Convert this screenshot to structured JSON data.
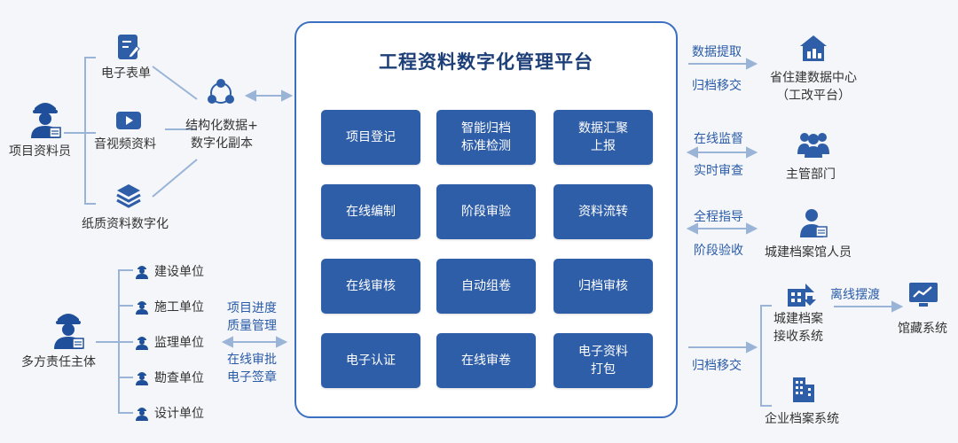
{
  "platform": {
    "title": "工程资料数字化管理平台",
    "modules": [
      [
        "项目登记",
        "智能归档\n标准检测",
        "数据汇聚\n上报"
      ],
      [
        "在线编制",
        "阶段审验",
        "资料流转"
      ],
      [
        "在线审核",
        "自动组卷",
        "归档审核"
      ],
      [
        "电子认证",
        "在线审卷",
        "电子资料\n打包"
      ]
    ]
  },
  "left_top": {
    "actor": "项目资料员",
    "sources": [
      "电子表单",
      "音视频资料",
      "纸质资料数字化"
    ],
    "structured": "结构化数据+\n数字化副本"
  },
  "left_bottom": {
    "actor": "多方责任主体",
    "units": [
      "建设单位",
      "施工单位",
      "监理单位",
      "勘查单位",
      "设计单位"
    ],
    "functions_top": "项目进度\n质量管理",
    "functions_bottom": "在线审批\n电子签章"
  },
  "right": {
    "flows": [
      {
        "top": "数据提取",
        "bottom": "归档移交",
        "target": "省住建数据中心\n（工改平台）"
      },
      {
        "top": "在线监督",
        "bottom": "实时审查",
        "target": "主管部门"
      },
      {
        "top": "全程指导",
        "bottom": "阶段验收",
        "target": "城建档案馆人员"
      }
    ],
    "archive_flow_label": "归档移交",
    "archive_receive": "城建档案\n接收系统",
    "offline_transfer": "离线摆渡",
    "collection": "馆藏系统",
    "enterprise_archive": "企业档案系统"
  },
  "colors": {
    "primary": "#2f5ea8",
    "border": "#3b6fc2",
    "line": "#8fb0dc",
    "title": "#1d3f78"
  }
}
